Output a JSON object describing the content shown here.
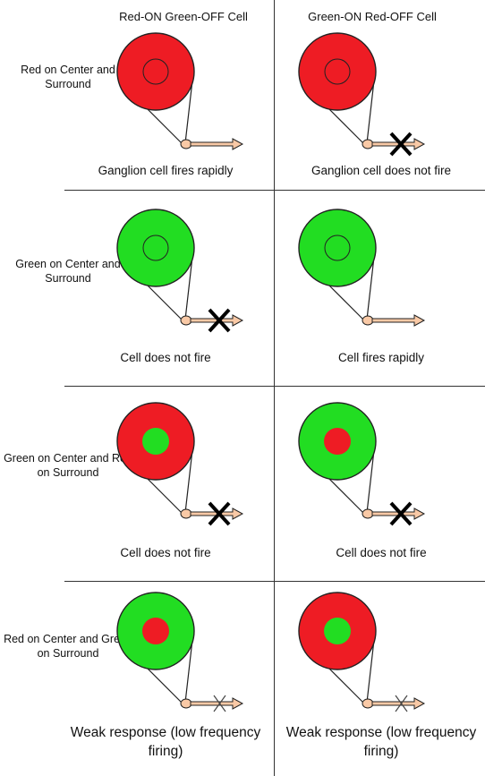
{
  "colors": {
    "red": "#ee1c24",
    "green": "#22dd22",
    "axon": "#f9c9a6",
    "stroke": "#222222"
  },
  "headers": {
    "left": "Red-ON Green-OFF Cell",
    "right": "Green-ON Red-OFF Cell"
  },
  "rows": [
    {
      "label": "Red on Center and Surround",
      "left": {
        "center": "red",
        "surround": "red",
        "firing": "rapid",
        "caption": "Ganglion cell fires rapidly"
      },
      "right": {
        "center": "red",
        "surround": "red",
        "firing": "none",
        "caption": "Ganglion cell does not fire"
      }
    },
    {
      "label": "Green on Center and Surround",
      "left": {
        "center": "green",
        "surround": "green",
        "firing": "none",
        "caption": "Cell does not fire"
      },
      "right": {
        "center": "green",
        "surround": "green",
        "firing": "rapid",
        "caption": "Cell fires rapidly"
      }
    },
    {
      "label": "Green on Center and Red on Surround",
      "left": {
        "center": "green",
        "surround": "red",
        "firing": "none",
        "caption": "Cell does not fire"
      },
      "right": {
        "center": "red",
        "surround": "green",
        "firing": "none",
        "caption": "Cell does not fire"
      }
    },
    {
      "label": "Red on Center and Green on Surround",
      "left": {
        "center": "red",
        "surround": "green",
        "firing": "weak",
        "caption": "Weak response (low frequency firing)"
      },
      "right": {
        "center": "green",
        "surround": "red",
        "firing": "weak",
        "caption": "Weak response (low frequency firing)"
      }
    }
  ]
}
